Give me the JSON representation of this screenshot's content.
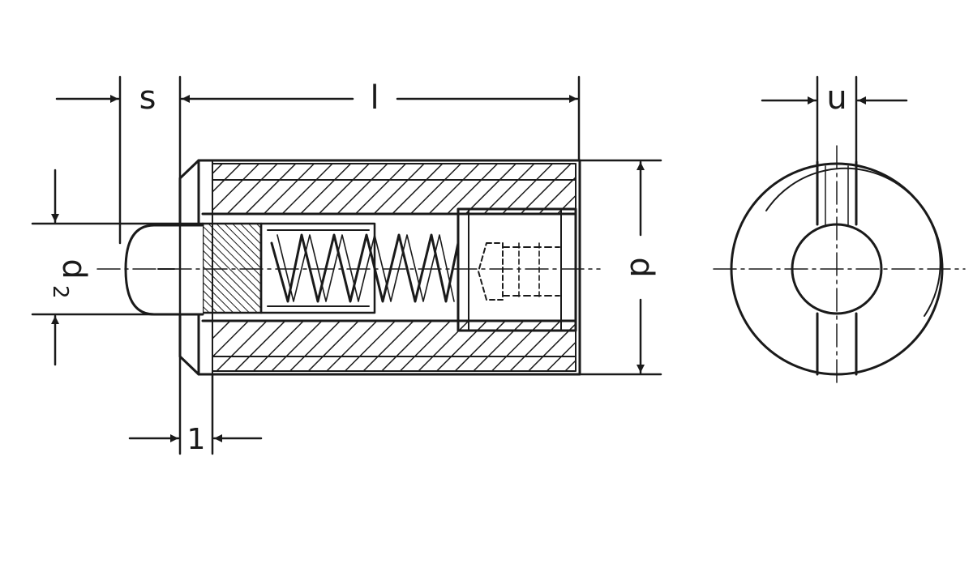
{
  "dimensions": {
    "s": "s",
    "l": "l",
    "u": "u",
    "d": "d",
    "d2": "d",
    "d2_sub": "2",
    "l1": "1"
  },
  "colors": {
    "ink": "#1a1a1a",
    "paper": "#ffffff"
  }
}
